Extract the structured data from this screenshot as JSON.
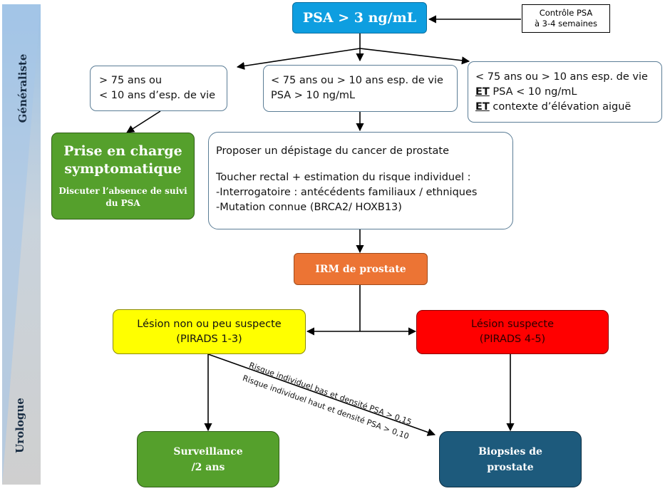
{
  "bands": {
    "generaliste": "Généraliste",
    "urologue": "Urologue"
  },
  "nodes": {
    "psa": "PSA > 3 ng/mL",
    "controle": [
      "Contrôle PSA",
      "à 3-4 semaines"
    ],
    "age_gt75": [
      "> 75 ans ou",
      "< 10 ans d’esp. de vie"
    ],
    "age_lt75_psa_gt10": [
      "< 75 ans ou > 10 ans esp. de vie",
      "PSA > 10 ng/mL"
    ],
    "age_lt75_psa_lt10": {
      "line1": "< 75 ans ou > 10 ans esp. de vie",
      "et": "ET",
      "line2": " PSA < 10 ng/mL",
      "line3": " contexte d’élévation aiguë"
    },
    "prise_en_charge": {
      "title": [
        "Prise en charge",
        "symptomatique"
      ],
      "subtitle": [
        "Discuter l’absence de suivi",
        "du PSA"
      ]
    },
    "depistage": {
      "line1": "Proposer un dépistage du cancer de prostate",
      "line2": "Toucher rectal + estimation du risque individuel :",
      "line3": "-Interrogatoire : antécédents familiaux / ethniques",
      "line4": "-Mutation connue (BRCA2/ HOXB13)"
    },
    "irm": "IRM de prostate",
    "lesion_non_suspecte": [
      "Lésion non ou peu suspecte",
      "(PIRADS 1-3)"
    ],
    "lesion_suspecte": [
      "Lésion suspecte",
      "(PIRADS 4-5)"
    ],
    "surveillance": [
      "Surveillance",
      "/2 ans"
    ],
    "biopsies": [
      "Biopsies de",
      "prostate"
    ]
  },
  "edge_labels": {
    "risque_bas": "Risque individuel bas et densité PSA > 0,15",
    "risque_haut": "Risque individuel haut et densité PSA > 0,10"
  },
  "colors": {
    "psa_blue": "#0e9ee0",
    "green": "#55a02c",
    "orange": "#ec7434",
    "yellow": "#ffff00",
    "red": "#ff0000",
    "dark_blue": "#1d5a7c",
    "band": "#8fb7dc"
  }
}
